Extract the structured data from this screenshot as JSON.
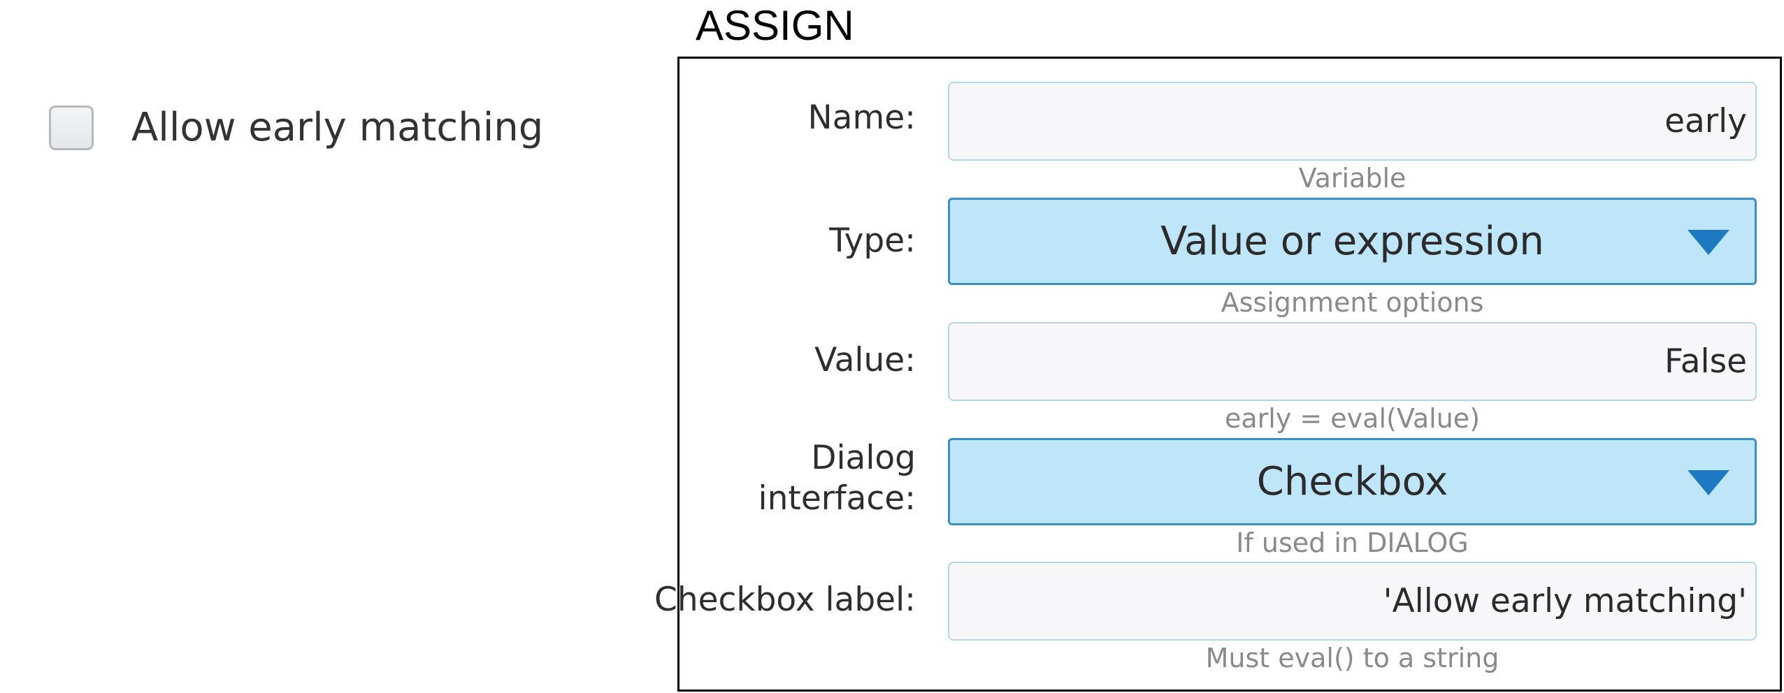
{
  "preview": {
    "checkbox_label": "Allow early matching",
    "checked": false
  },
  "panel": {
    "title": "ASSIGN",
    "fields": {
      "name": {
        "label": "Name:",
        "value": "early",
        "hint": "Variable"
      },
      "type": {
        "label": "Type:",
        "selected": "Value or expression",
        "hint": "Assignment options"
      },
      "value": {
        "label": "Value:",
        "value": "False",
        "hint": "early = eval(Value)"
      },
      "dialog_interface": {
        "label_line1": "Dialog",
        "label_line2": "interface:",
        "selected": "Checkbox",
        "hint": "If used in DIALOG"
      },
      "checkbox_label": {
        "label": "Checkbox label:",
        "value": "'Allow early matching'",
        "hint": "Must eval() to a string"
      }
    }
  },
  "colors": {
    "select_fill": "#bfe5f8",
    "select_border": "#3a8fc6",
    "dropdown_arrow": "#1f79c2",
    "input_border": "#b3d6ee",
    "hint_text": "#8a8a8a"
  },
  "icons": {
    "dropdown": "triangle-down-icon"
  }
}
